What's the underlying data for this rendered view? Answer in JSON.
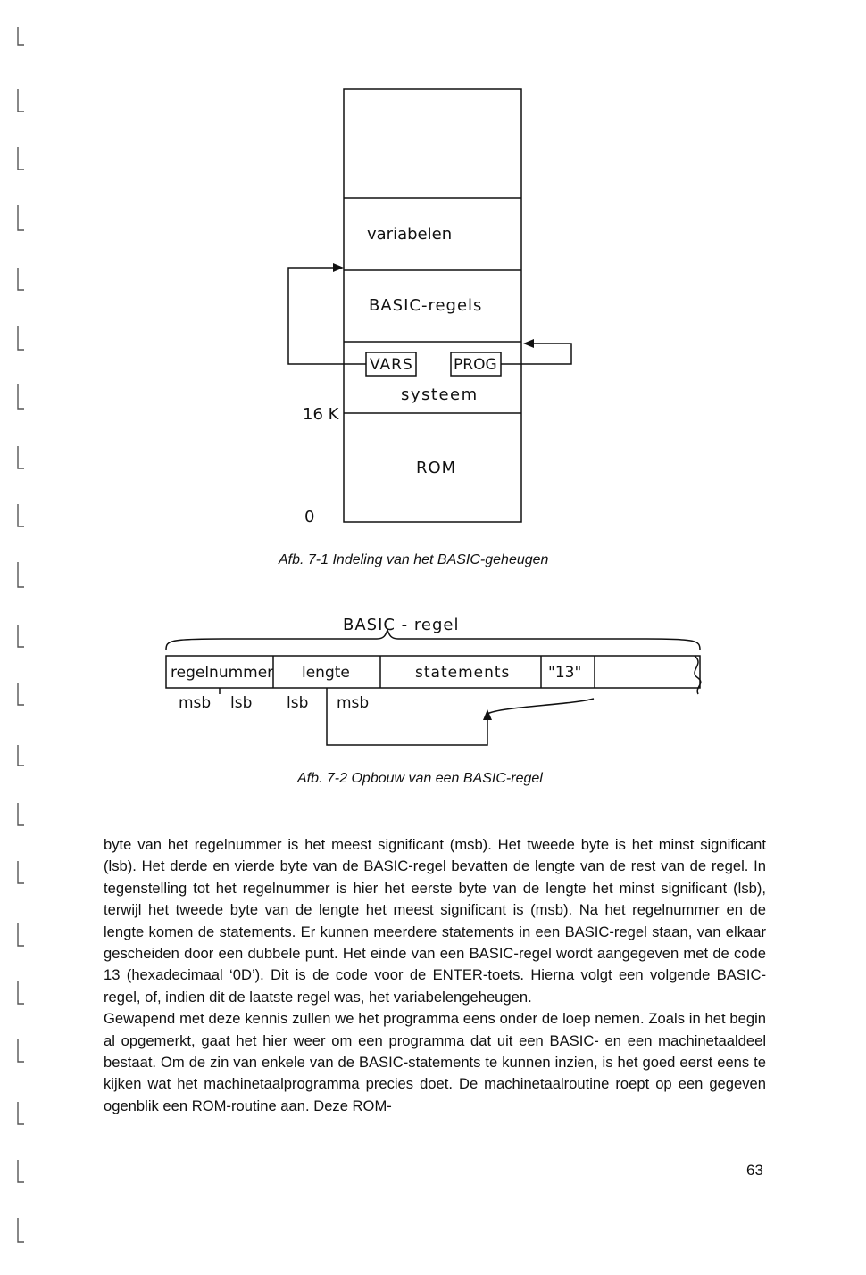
{
  "figure1": {
    "caption": "Afb. 7-1 Indeling van het BASIC-geheugen",
    "regions": {
      "variables": "variabelen",
      "basic_lines": "BASIC-regels",
      "system": "systeem",
      "rom": "ROM"
    },
    "pointers": {
      "vars": "VARS",
      "prog": "PROG"
    },
    "address_labels": {
      "top_of_rom": "16 K",
      "bottom": "0"
    }
  },
  "figure2": {
    "caption": "Afb. 7-2 Opbouw van een BASIC-regel",
    "title": "BASIC - regel",
    "fields": {
      "line_number": "regelnummer",
      "length": "lengte",
      "statements": "statements",
      "terminator": "\"13\""
    },
    "byte_labels": [
      "msb",
      "lsb",
      "lsb",
      "msb"
    ]
  },
  "body": {
    "paragraph1": "byte van het regelnummer is het meest significant (msb). Het tweede byte is het minst significant (lsb). Het derde en vierde byte van de BASIC-regel bevatten de lengte van de rest van de regel. In tegenstelling tot het regelnummer is hier het eerste byte van de lengte het minst significant (lsb), terwijl het tweede byte van de lengte het meest significant is (msb). Na het regelnummer en de lengte komen de statements. Er kunnen meerdere statements in een BASIC-regel staan, van elkaar gescheiden door een dubbele punt. Het einde van een BASIC-regel wordt aangegeven met de code 13 (hexadecimaal ‘0D’). Dit is de code voor de ENTER-toets. Hierna volgt een volgende BASIC-regel, of, indien dit de laatste regel was, het variabelengeheugen.",
    "paragraph2": "Gewapend met deze kennis zullen we het programma eens onder de loep nemen. Zoals in het begin al opgemerkt, gaat het hier weer om een programma dat uit een BASIC- en een machinetaaldeel bestaat. Om de zin van enkele van de BASIC-statements te kunnen inzien, is het goed eerst eens te kijken wat het machinetaalprogramma precies doet. De machinetaalroutine roept op een gegeven ogenblik een ROM-routine aan. Deze ROM-"
  },
  "page_number": "63",
  "colors": {
    "ink": "#111111",
    "paper": "#ffffff",
    "binding_marks": "#555555"
  }
}
